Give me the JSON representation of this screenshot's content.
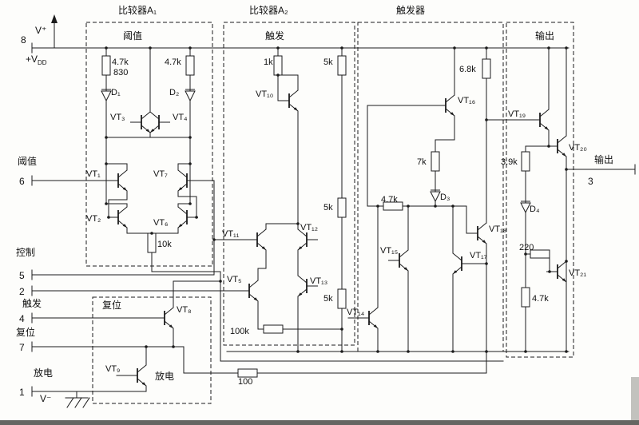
{
  "sections": {
    "a1": {
      "title": "比较器A₁",
      "sublabel": "阈值"
    },
    "a2": {
      "title": "比较器A₂",
      "sublabel": "触发"
    },
    "ff": {
      "title": "触发器"
    },
    "out": {
      "title": "输出"
    },
    "reset": {
      "title": "复位",
      "discharge": "放电"
    }
  },
  "pins": {
    "p8": {
      "supply": "V⁺",
      "num": "8",
      "rail": "+V",
      "rail_sub": "DD"
    },
    "p6": {
      "label": "阈值",
      "num": "6"
    },
    "p5": {
      "label": "控制",
      "num": "5"
    },
    "p2": {
      "num": "2",
      "label": "触发"
    },
    "p4": {
      "num": "4",
      "label": "复位"
    },
    "p7": {
      "num": "7",
      "label": "放电"
    },
    "p1": {
      "num": "1",
      "label": "V⁻"
    },
    "p3": {
      "label": "输出",
      "num": "3"
    }
  },
  "transistors": {
    "vt1": "VT₁",
    "vt2": "VT₂",
    "vt3": "VT₃",
    "vt4": "VT₄",
    "vt5": "VT₅",
    "vt6": "VT₆",
    "vt7": "VT₇",
    "vt8": "VT₈",
    "vt9": "VT₉",
    "vt10": "VT₁₀",
    "vt11": "VT₁₁",
    "vt12": "VT₁₂",
    "vt13": "VT₁₃",
    "vt14": "VT₁₄",
    "vt15": "VT₁₅",
    "vt16": "VT₁₆",
    "vt17": "VT₁₇",
    "vt18": "VT₁₈",
    "vt19": "VT₁₉",
    "vt20": "VT₂₀",
    "vt21": "VT₂₁"
  },
  "diodes": {
    "d1": "D₁",
    "d2": "D₂",
    "d3": "D₃",
    "d4": "D₄"
  },
  "resistors": {
    "a1_r1": "4.7k",
    "a1_r1b": "830",
    "a1_r2": "4.7k",
    "a1_r3": "10k",
    "a2_r1": "1k",
    "a2_r2": "5k",
    "a2_r3": "5k",
    "a2_r4": "5k",
    "a2_r5": "100k",
    "a2_r6": "100",
    "ff_r1": "6.8k",
    "ff_r2": "7k",
    "ff_r3": "4.7k",
    "out_r1": "3.9k",
    "out_r2": "220",
    "out_r3": "4.7k"
  }
}
